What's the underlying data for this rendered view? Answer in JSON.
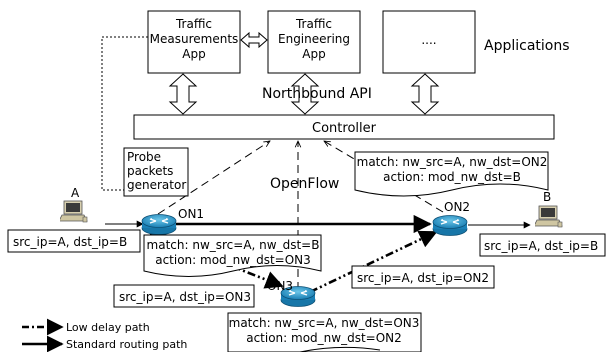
{
  "apps": {
    "traffic_measurements": [
      "Traffic",
      "Measurements",
      "App"
    ],
    "traffic_engineering": [
      "Traffic",
      "Engineering",
      "App"
    ],
    "third_app": "....",
    "layer_label": "Applications"
  },
  "northbound_api": "Northbound API",
  "controller": "Controller",
  "openflow": "OpenFlow",
  "probe_generator": [
    "Probe",
    "packets",
    "generator"
  ],
  "hosts": {
    "a": "A",
    "b": "B"
  },
  "switches": {
    "on1": "ON1",
    "on2": "ON2",
    "on3": "ON3"
  },
  "flow_rules": {
    "on2": [
      "match: nw_src=A, nw_dst=ON2",
      "action: mod_nw_dst=B"
    ],
    "on1": [
      "match: nw_src=A, nw_dst=B",
      "action: mod_nw_dst=ON3"
    ],
    "on3": [
      "match: nw_src=A, nw_dst=ON3",
      "action: mod_nw_dst=ON2"
    ]
  },
  "packet_labels": {
    "host_a": "src_ip=A, dst_ip=B",
    "host_b": "src_ip=A, dst_ip=B",
    "on1_to_on3": "src_ip=A, dst_ip=ON3",
    "on3_to_on2": "src_ip=A, dst_ip=ON2"
  },
  "legend": {
    "low_delay": "Low delay path",
    "standard": "Standard routing path"
  }
}
